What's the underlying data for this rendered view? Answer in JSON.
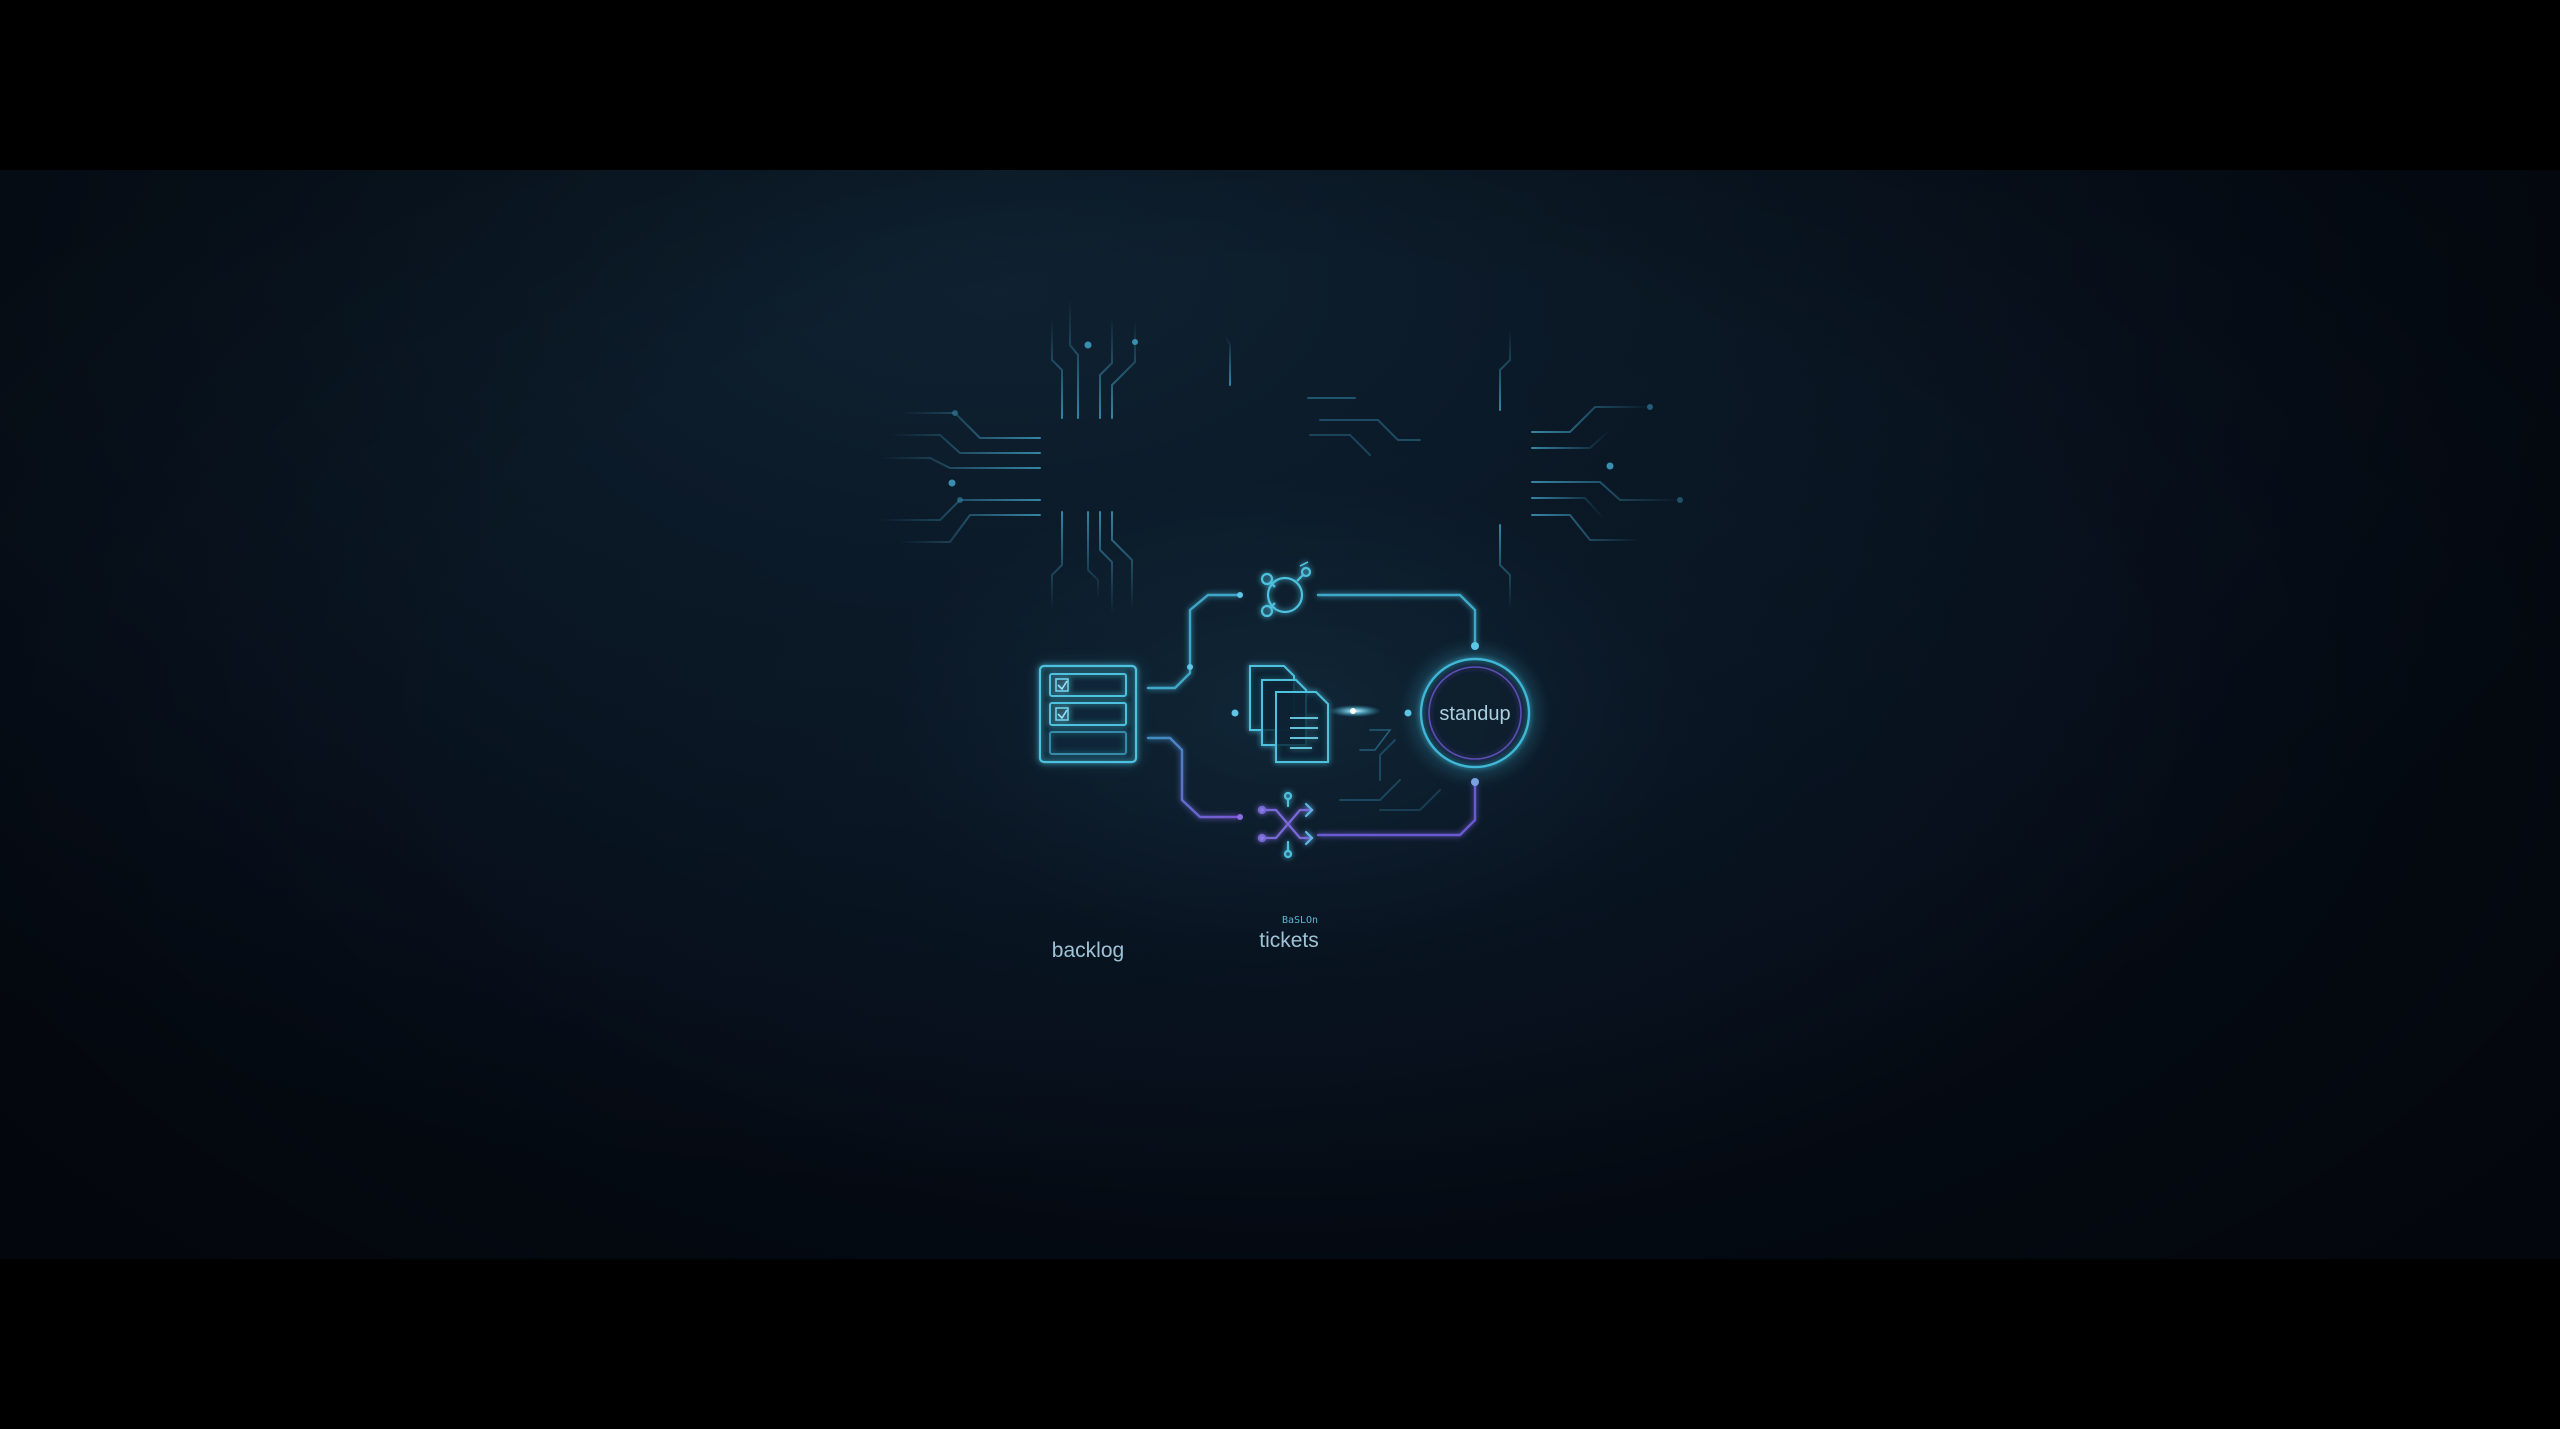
{
  "scene": {
    "background": "#070f1b",
    "letterbox": "#000000",
    "accent_cyan": "#3fb7d6",
    "accent_violet": "#7a5ad0",
    "glow": "#48c6e6"
  },
  "nodes": {
    "backlog": {
      "label": "backlog",
      "icon": "database-rack-icon"
    },
    "tickets": {
      "label": "tickets",
      "icon": "document-stack-icon",
      "caption": "BaSLOn"
    },
    "standup": {
      "label": "standup",
      "icon": "ring-node-icon"
    },
    "top_node": {
      "icon": "molecule-node-icon"
    },
    "bottom_node": {
      "icon": "shuffle-node-icon"
    }
  }
}
